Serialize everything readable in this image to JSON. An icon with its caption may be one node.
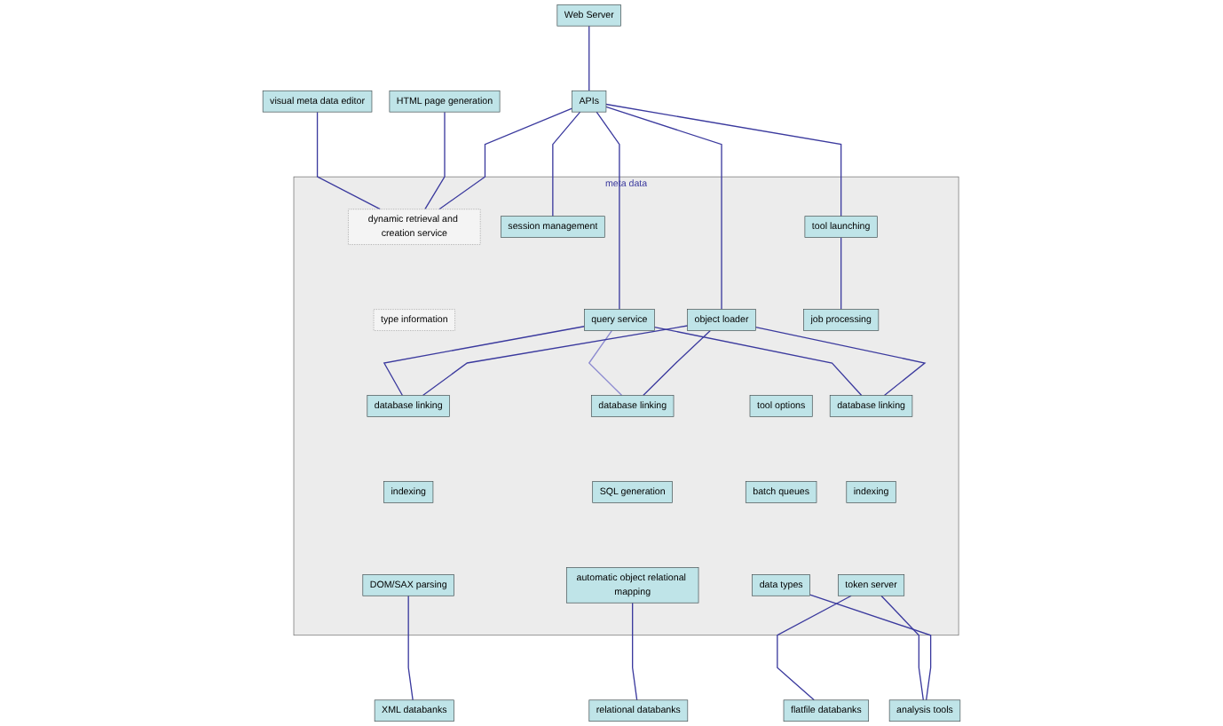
{
  "diagram": {
    "nodes": [
      {
        "text": [
          "Web Server"
        ]
      },
      {
        "text": [
          "visual meta data editor"
        ]
      },
      {
        "text": [
          "HTML page generation"
        ]
      },
      {
        "text": [
          "APIs"
        ]
      },
      {
        "text": [
          "meta data"
        ]
      },
      {
        "text": [
          "dynamic retrieval and creation service"
        ],
        "in": 4
      },
      {
        "text": [
          "type information"
        ],
        "in": 4
      },
      {
        "text": [
          "session management"
        ],
        "in": 4
      },
      {
        "text": [
          "query service"
        ],
        "in": 4
      },
      {
        "text": [
          "object loader"
        ],
        "in": 4
      },
      {
        "text": [
          "tool launching"
        ],
        "in": 4
      },
      {
        "text": [
          "database linking"
        ],
        "in": 4
      },
      {
        "text": [
          "database linking"
        ],
        "in": 4
      },
      {
        "text": [
          "database linking"
        ],
        "in": 4
      },
      {
        "text": [
          "job processing"
        ],
        "in": 4
      },
      {
        "text": [
          "indexing"
        ],
        "in": 4
      },
      {
        "text": [
          "SQL generation"
        ],
        "in": 4
      },
      {
        "text": [
          "indexing"
        ],
        "in": 4
      },
      {
        "text": [
          "tool options"
        ],
        "in": 4
      },
      {
        "text": [
          "DOM/SAX parsing"
        ],
        "in": 4
      },
      {
        "text": [
          "automatic object relational mapping"
        ],
        "in": 4
      },
      {
        "text": [
          "token server"
        ],
        "in": 4
      },
      {
        "text": [
          "batch queues"
        ],
        "in": 4
      },
      {
        "text": [
          "data types"
        ],
        "in": 4
      },
      {
        "text": [
          "XML databanks"
        ]
      },
      {
        "text": [
          "relational databanks"
        ]
      },
      {
        "text": [
          "flatfile databanks"
        ]
      },
      {
        "text": [
          "analysis tools"
        ]
      }
    ],
    "edges": [
      {
        "from": 0,
        "to": 3,
        "arrow": "none"
      },
      {
        "from": 1,
        "to": 5,
        "arrow": "none"
      },
      {
        "from": 2,
        "to": 5,
        "arrow": "none"
      },
      {
        "from": 3,
        "to": 5,
        "arrow": "none"
      },
      {
        "from": 3,
        "to": 7,
        "arrow": "none"
      },
      {
        "from": 3,
        "to": 8,
        "arrow": "none"
      },
      {
        "from": 3,
        "to": 9,
        "arrow": "none"
      },
      {
        "from": 3,
        "to": 10,
        "arrow": "none"
      },
      {
        "from": 8,
        "to": 11,
        "arrow": "none"
      },
      {
        "from": 8,
        "to": 12,
        "arrow": "none",
        "color": "#8c8ad0"
      },
      {
        "from": 8,
        "to": 13,
        "arrow": "none"
      },
      {
        "from": 9,
        "to": 11,
        "arrow": "none"
      },
      {
        "from": 9,
        "to": 12,
        "arrow": "none"
      },
      {
        "from": 9,
        "to": 13,
        "arrow": "none"
      },
      {
        "from": 10,
        "to": 14,
        "arrow": "none"
      },
      {
        "from": 19,
        "to": 24,
        "arrow": "none"
      },
      {
        "from": 20,
        "to": 25,
        "arrow": "none"
      },
      {
        "from": 21,
        "to": 26,
        "arrow": "none"
      },
      {
        "from": 21,
        "to": 27,
        "arrow": "none"
      },
      {
        "from": 23,
        "to": 27,
        "arrow": "none"
      }
    ]
  }
}
